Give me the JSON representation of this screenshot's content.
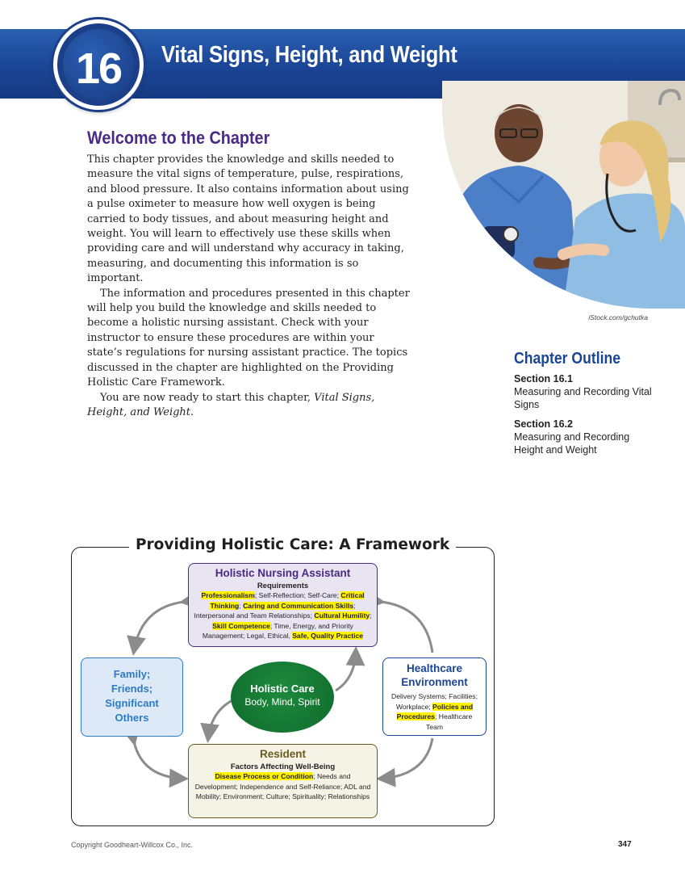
{
  "header": {
    "chapter_number": "16",
    "chapter_title": "Vital Signs, Height, and Weight"
  },
  "photo": {
    "credit": "iStock.com/gchutka"
  },
  "welcome": {
    "heading": "Welcome to the Chapter",
    "p1": "This chapter provides the knowledge and skills needed to measure the vital signs of temperature, pulse, respirations, and blood pressure. It also contains information about using a pulse oximeter to measure how well oxygen is being carried to body tissues, and about measuring height and weight. You will learn to effectively use these skills when providing care and will understand why accuracy in taking, measuring, and documenting this information is so important.",
    "p2": "The information and procedures presented in this chapter will help you build the knowledge and skills needed to become a holistic nursing assistant. Check with your instructor to ensure these procedures are within your state’s regulations for nursing assistant practice. The topics discussed in the chapter are highlighted on the Providing Holistic Care Framework.",
    "p3_prefix": "You are now ready to start this chapter, ",
    "p3_italic": "Vital Signs, Height, and Weight",
    "p3_suffix": "."
  },
  "outline": {
    "heading": "Chapter Outline",
    "sections": [
      {
        "number": "Section 16.1",
        "title": "Measuring and Recording Vital Signs"
      },
      {
        "number": "Section 16.2",
        "title": "Measuring and Recording Height and Weight"
      }
    ]
  },
  "framework": {
    "title": "Providing Holistic Care: A Framework",
    "nursing_assistant": {
      "title": "Holistic Nursing Assistant",
      "subtitle": "Requirements",
      "t_professionalism": "Professionalism",
      "t_sep1": "; Self-Reflection; Self-Care; ",
      "t_critical": "Critical Thinking",
      "t_sep2": "; ",
      "t_caring": "Caring and Communication Skills",
      "t_sep3": "; Interpersonal and Team Relationships; ",
      "t_cultural": "Cultural Humility",
      "t_sep4": "; ",
      "t_skill": "Skill Competence",
      "t_sep5": "; Time, Energy, and Priority Management; Legal, Ethical, ",
      "t_safe": "Safe, Quality Practice"
    },
    "family": {
      "line1": "Family;",
      "line2": "Friends;",
      "line3": "Significant",
      "line4": "Others"
    },
    "center": {
      "line1": "Holistic Care",
      "line2": "Body, Mind, Spirit"
    },
    "environment": {
      "line1": "Healthcare",
      "line2": "Environment",
      "t1": "Delivery Systems; Facilities; Workplace;",
      "t_policies": "Policies and Procedures",
      "t2": ";",
      "t3": "Healthcare Team"
    },
    "resident": {
      "title": "Resident",
      "subtitle": "Factors Affecting Well-Being",
      "t_disease": "Disease Process or Condition",
      "t_rest": "; Needs and Development; Independence and Self-Reliance; ADL and Mobility; Environment; Culture; Spirituality; Relationships"
    }
  },
  "footer": {
    "copyright": "Copyright Goodheart-Willcox Co., Inc.",
    "page_number": "347"
  },
  "colors": {
    "band_blue": "#1b4595",
    "purple": "#4a2a83",
    "green": "#0f6a2a",
    "highlight": "#fff200"
  }
}
